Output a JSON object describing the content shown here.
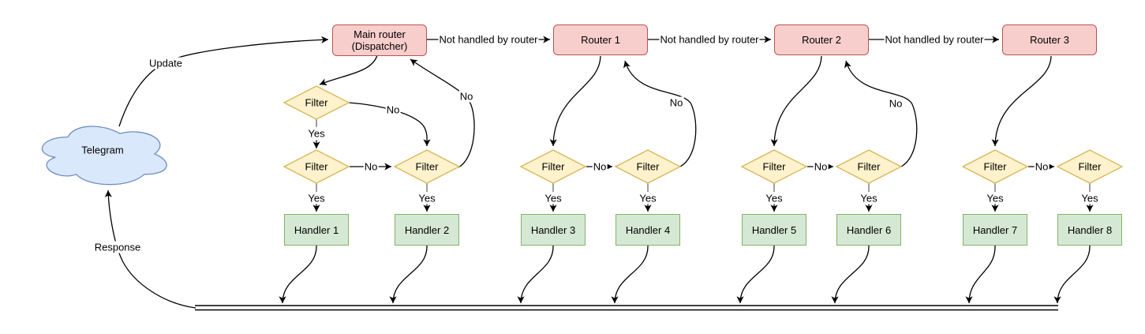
{
  "diagram": {
    "nodes": {
      "cloud_label": "Telegram",
      "routers": [
        "Main router\n(Dispatcher)",
        "Router 1",
        "Router 2",
        "Router 3"
      ],
      "filter_label": "Filter",
      "handlers": [
        "Handler 1",
        "Handler 2",
        "Handler 3",
        "Handler 4",
        "Handler 5",
        "Handler 6",
        "Handler 7",
        "Handler 8"
      ]
    },
    "edge_labels": {
      "update": "Update",
      "response": "Response",
      "not_handled": "Not handled by router",
      "yes": "Yes",
      "no": "No"
    },
    "colors": {
      "router_fill": "#f8cecc",
      "router_stroke": "#b85450",
      "filter_fill": "#fff2cc",
      "filter_stroke": "#d6b656",
      "handler_fill": "#d5e8d4",
      "handler_stroke": "#82b366",
      "cloud_fill": "#dae8fc",
      "cloud_stroke": "#6c8ebf",
      "edge_color": "#000000",
      "stub_color": "#6b6b6b"
    }
  }
}
